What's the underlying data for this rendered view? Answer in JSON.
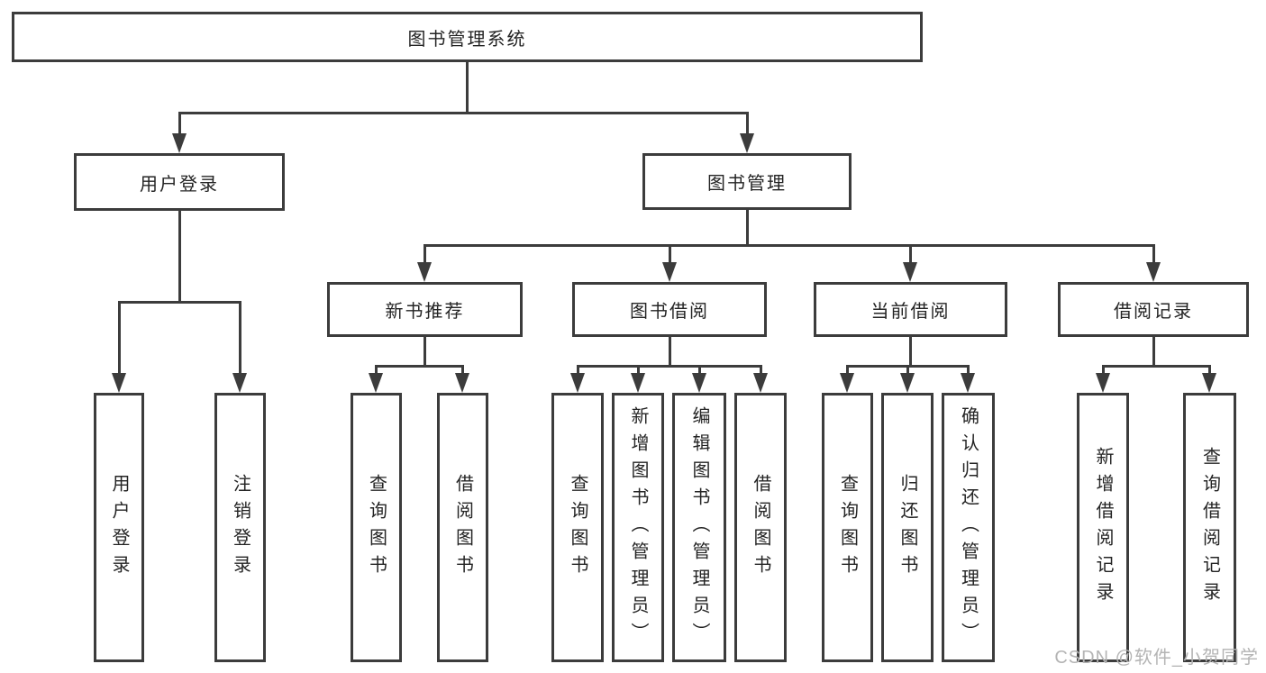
{
  "diagram": {
    "title": "图书管理系统",
    "level2": [
      {
        "label": "用户登录"
      },
      {
        "label": "图书管理"
      }
    ],
    "level3": [
      {
        "label": "新书推荐"
      },
      {
        "label": "图书借阅"
      },
      {
        "label": "当前借阅"
      },
      {
        "label": "借阅记录"
      }
    ],
    "leaves": [
      {
        "label": "用户登录"
      },
      {
        "label": "注销登录"
      },
      {
        "label": "查询图书"
      },
      {
        "label": "借阅图书"
      },
      {
        "label": "查询图书"
      },
      {
        "label": "新增图书（管理员）"
      },
      {
        "label": "编辑图书（管理员）"
      },
      {
        "label": "借阅图书"
      },
      {
        "label": "查询图书"
      },
      {
        "label": "归还图书"
      },
      {
        "label": "确认归还（管理员）"
      },
      {
        "label": "新增借阅记录"
      },
      {
        "label": "查询借阅记录"
      }
    ]
  },
  "watermark": {
    "text": "CSDN @软件_小贺同学"
  },
  "colors": {
    "line": "#3c3c3c",
    "text": "#242424",
    "watermark": "#b4b4b4",
    "background": "#ffffff"
  }
}
